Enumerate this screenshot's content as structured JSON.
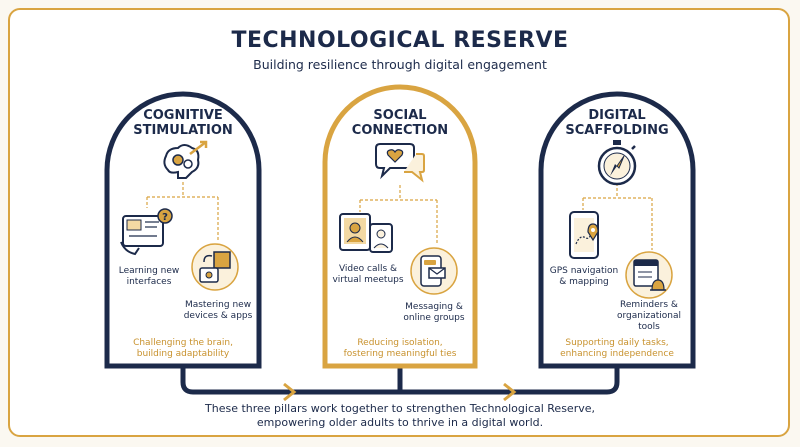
{
  "header": {
    "title": "TECHNOLOGICAL RESERVE",
    "subtitle": "Building resilience through digital engagement"
  },
  "pillars": [
    {
      "title_line1": "COGNITIVE",
      "title_line2": "STIMULATION",
      "icon": "brain-gears-icon",
      "items": [
        {
          "line1": "Learning new",
          "line2": "interfaces",
          "icon": "tablet-interface-icon"
        },
        {
          "line1": "Mastering new",
          "line2": "devices & apps",
          "icon": "puzzle-device-icon"
        }
      ],
      "tagline1": "Challenging the brain,",
      "tagline2": "building adaptability"
    },
    {
      "title_line1": "SOCIAL",
      "title_line2": "CONNECTION",
      "icon": "chat-heart-icon",
      "items": [
        {
          "line1": "Video calls &",
          "line2": "virtual meetups",
          "icon": "video-call-icon"
        },
        {
          "line1": "Messaging &",
          "line2": "online groups",
          "icon": "messaging-icon"
        }
      ],
      "tagline1": "Reducing isolation,",
      "tagline2": "fostering meaningful ties"
    },
    {
      "title_line1": "DIGITAL",
      "title_line2": "SCAFFOLDING",
      "icon": "stopwatch-compass-icon",
      "items": [
        {
          "line1": "GPS navigation",
          "line2": "& mapping",
          "icon": "gps-phone-icon"
        },
        {
          "line1": "Reminders &",
          "line2": "organizational",
          "line3": "tools",
          "icon": "calendar-bell-icon"
        }
      ],
      "tagline1": "Supporting daily tasks,",
      "tagline2": "enhancing independence"
    }
  ],
  "footer": {
    "line1": "These three pillars work together to strengthen Technological Reserve,",
    "line2": "empowering older adults to thrive in a digital world."
  },
  "colors": {
    "navy": "#1c2a4a",
    "gold": "#d9a441",
    "gold_text": "#c8922e"
  }
}
